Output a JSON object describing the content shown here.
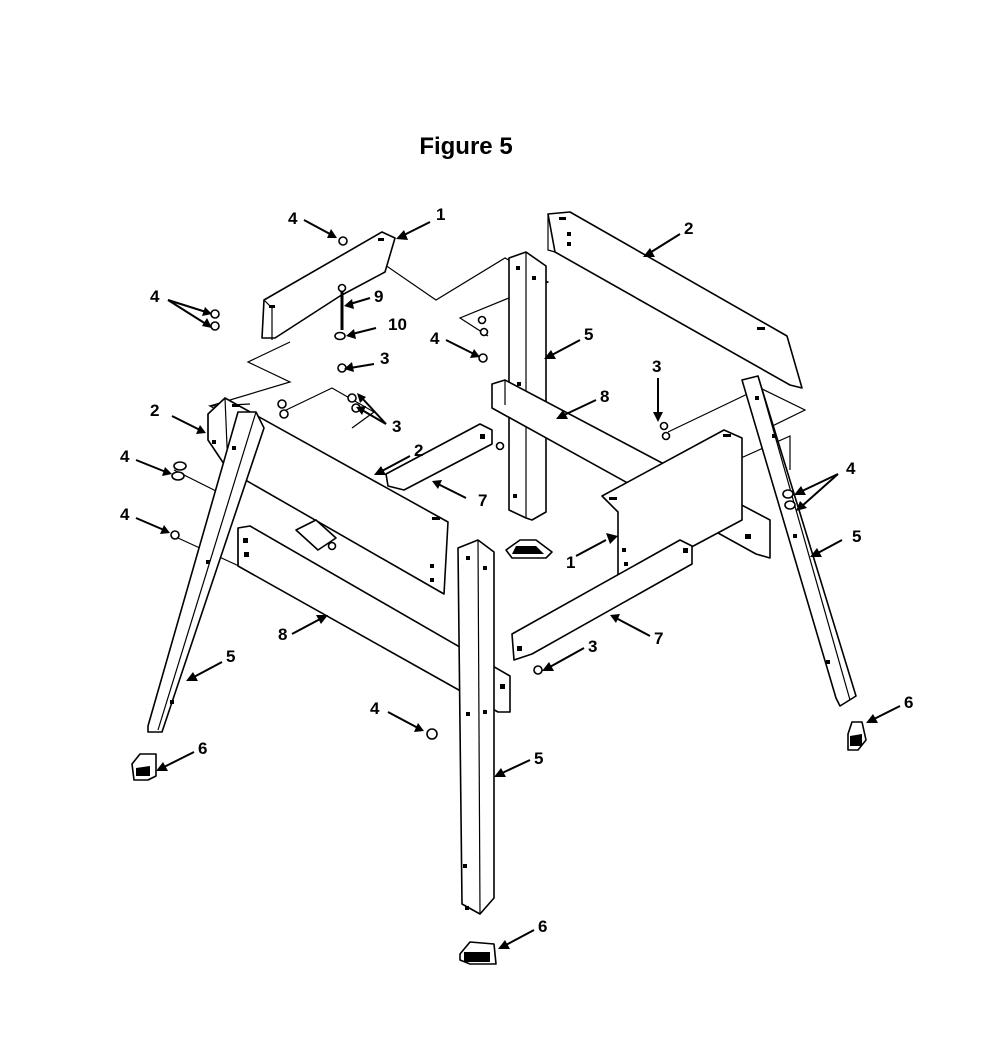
{
  "figure": {
    "title": "Figure 5"
  },
  "callouts": [
    {
      "id": "c-1-top",
      "label": "1"
    },
    {
      "id": "c-1-right",
      "label": "1"
    },
    {
      "id": "c-2-top-right",
      "label": "2"
    },
    {
      "id": "c-2-left",
      "label": "2"
    },
    {
      "id": "c-2-front",
      "label": "2"
    },
    {
      "id": "c-3-top",
      "label": "3"
    },
    {
      "id": "c-3-mid",
      "label": "3"
    },
    {
      "id": "c-3-right",
      "label": "3"
    },
    {
      "id": "c-3-front",
      "label": "3"
    },
    {
      "id": "c-4-top",
      "label": "4"
    },
    {
      "id": "c-4-top-left",
      "label": "4"
    },
    {
      "id": "c-4-center",
      "label": "4"
    },
    {
      "id": "c-4-left",
      "label": "4"
    },
    {
      "id": "c-4-left-low",
      "label": "4"
    },
    {
      "id": "c-4-right",
      "label": "4"
    },
    {
      "id": "c-4-front",
      "label": "4"
    },
    {
      "id": "c-5-center",
      "label": "5"
    },
    {
      "id": "c-5-left",
      "label": "5"
    },
    {
      "id": "c-5-right",
      "label": "5"
    },
    {
      "id": "c-5-front",
      "label": "5"
    },
    {
      "id": "c-6-left",
      "label": "6"
    },
    {
      "id": "c-6-right",
      "label": "6"
    },
    {
      "id": "c-6-front",
      "label": "6"
    },
    {
      "id": "c-7-center",
      "label": "7"
    },
    {
      "id": "c-7-front",
      "label": "7"
    },
    {
      "id": "c-8-center",
      "label": "8"
    },
    {
      "id": "c-8-left",
      "label": "8"
    },
    {
      "id": "c-9",
      "label": "9"
    },
    {
      "id": "c-10",
      "label": "10"
    }
  ]
}
